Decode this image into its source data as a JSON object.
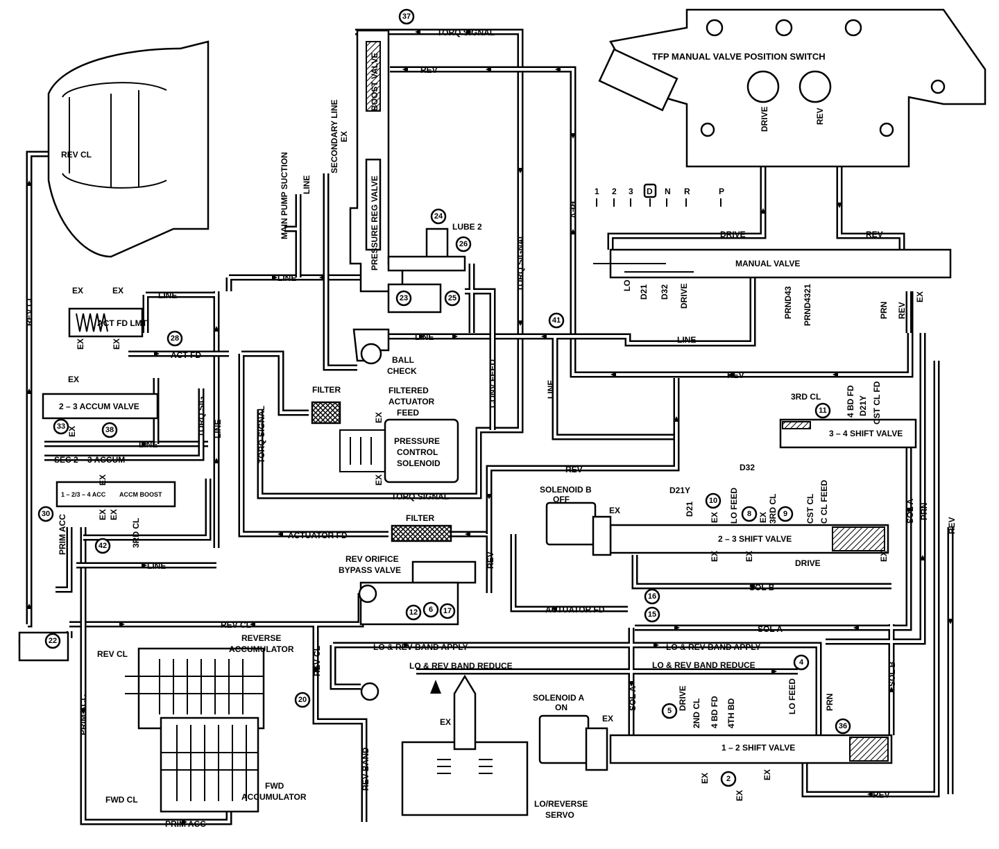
{
  "title": "TFP MANUAL VALVE POSITION SWITCH",
  "gear_positions": [
    "1",
    "2",
    "3",
    "D",
    "N",
    "R",
    "P"
  ],
  "components": {
    "boost_valve": "BOOST VALVE",
    "pressure_reg_valve": "PRESSURE REG VALVE",
    "manual_valve": "MANUAL VALVE",
    "act_fd_lmt": "ACT FD LMT",
    "accum_valve_2_3": "2 – 3 ACCUM VALVE",
    "acc_1_2_3_4": "1 – 2/3 – 4 ACC",
    "accm_boost": "ACCM BOOST",
    "filter_top": "FILTER",
    "filter_mid": "FILTER",
    "filtered_actuator_feed": [
      "FILTERED",
      "ACTUATOR",
      "FEED"
    ],
    "pressure_control_solenoid": [
      "PRESSURE",
      "CONTROL",
      "SOLENOID"
    ],
    "ball_check": [
      "BALL",
      "CHECK"
    ],
    "shift_valve_3_4": "3 – 4 SHIFT VALVE",
    "shift_valve_2_3": "2 – 3 SHIFT VALVE",
    "shift_valve_1_2": "1 – 2 SHIFT VALVE",
    "solenoid_b": [
      "SOLENOID B",
      "OFF"
    ],
    "solenoid_a": [
      "SOLENOID A",
      "ON"
    ],
    "rev_orifice_bypass": [
      "REV ORIFICE",
      "BYPASS VALVE"
    ],
    "reverse_accumulator": [
      "REVERSE",
      "ACCUMULATOR"
    ],
    "fwd_accumulator": [
      "FWD",
      "ACCUMULATOR"
    ],
    "lo_reverse_servo": [
      "LO/REVERSE",
      "SERVO"
    ]
  },
  "circuits": {
    "torq_signal": "TORQ SIGNAL",
    "rev": "REV",
    "rev_cl": "REV CL",
    "line": "LINE",
    "main_pump_suction": "MAIN PUMP SUCTION",
    "secondary_line": "SECONDARY LINE",
    "ex": "EX",
    "lube_2": "LUBE 2",
    "conv_feed": "CONV FEED",
    "act_fd": "ACT FD",
    "torq_sig": "TORQ SIG",
    "sec_2_3_accum": "SEC 2 – 3 ACCUM",
    "prim_acc": "PRIM ACC",
    "third_cl": "3RD CL",
    "actuator_fd": "ACTUATOR FD",
    "drive": "DRIVE",
    "lo": "LO",
    "d21": "D21",
    "d32": "D32",
    "prnd43": "PRND43",
    "prnd4321": "PRND4321",
    "prn": "PRN",
    "fourth_bd_fd": "4 BD FD",
    "d21y": "D21Y",
    "cst_cl_fd": "CST CL FD",
    "lo_feed": "LO FEED",
    "cst_cl": "CST CL",
    "c_cl_feed": "C CL FEED",
    "sol_a": "SOL A",
    "sol_b": "SOL B",
    "lo_rev_band_apply": "LO & REV BAND APPLY",
    "lo_rev_band_reduce": "LO & REV BAND REDUCE",
    "rev_band": "REV BAND",
    "second_cl": "2ND CL",
    "fourth_bd": "4TH BD",
    "fwd_cl": "FWD CL"
  },
  "check_balls": [
    "37",
    "24",
    "26",
    "23",
    "25",
    "28",
    "41",
    "33",
    "38",
    "30",
    "42",
    "11",
    "10",
    "8",
    "9",
    "12",
    "6",
    "17",
    "16",
    "15",
    "22",
    "20",
    "4",
    "5",
    "36",
    "2"
  ]
}
